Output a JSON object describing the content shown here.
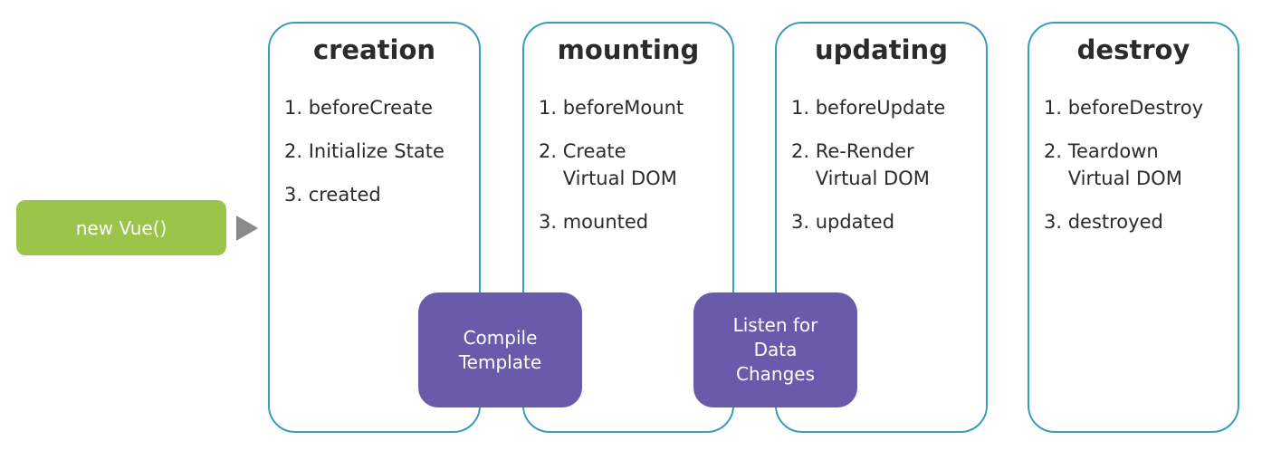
{
  "start": {
    "label": "new Vue()"
  },
  "phases": [
    {
      "title": "creation",
      "steps": [
        "1. beforeCreate",
        "2. Initialize State",
        "3. created"
      ]
    },
    {
      "title": "mounting",
      "steps": [
        "1. beforeMount",
        "2. Create\n    Virtual DOM",
        "3. mounted"
      ]
    },
    {
      "title": "updating",
      "steps": [
        "1. beforeUpdate",
        "2. Re-Render\n    Virtual DOM",
        "3. updated"
      ]
    },
    {
      "title": "destroy",
      "steps": [
        "1. beforeDestroy",
        "2. Teardown\n    Virtual DOM",
        "3. destroyed"
      ]
    }
  ],
  "transitions": [
    {
      "label": "Compile\nTemplate"
    },
    {
      "label": "Listen for\nData\nChanges"
    }
  ],
  "colors": {
    "phase_border": "#3a9cba",
    "start_fill": "#9ac54a",
    "process_fill": "#6a5aab",
    "arrow": "#8a8a8a",
    "text": "#2b2b2b"
  }
}
